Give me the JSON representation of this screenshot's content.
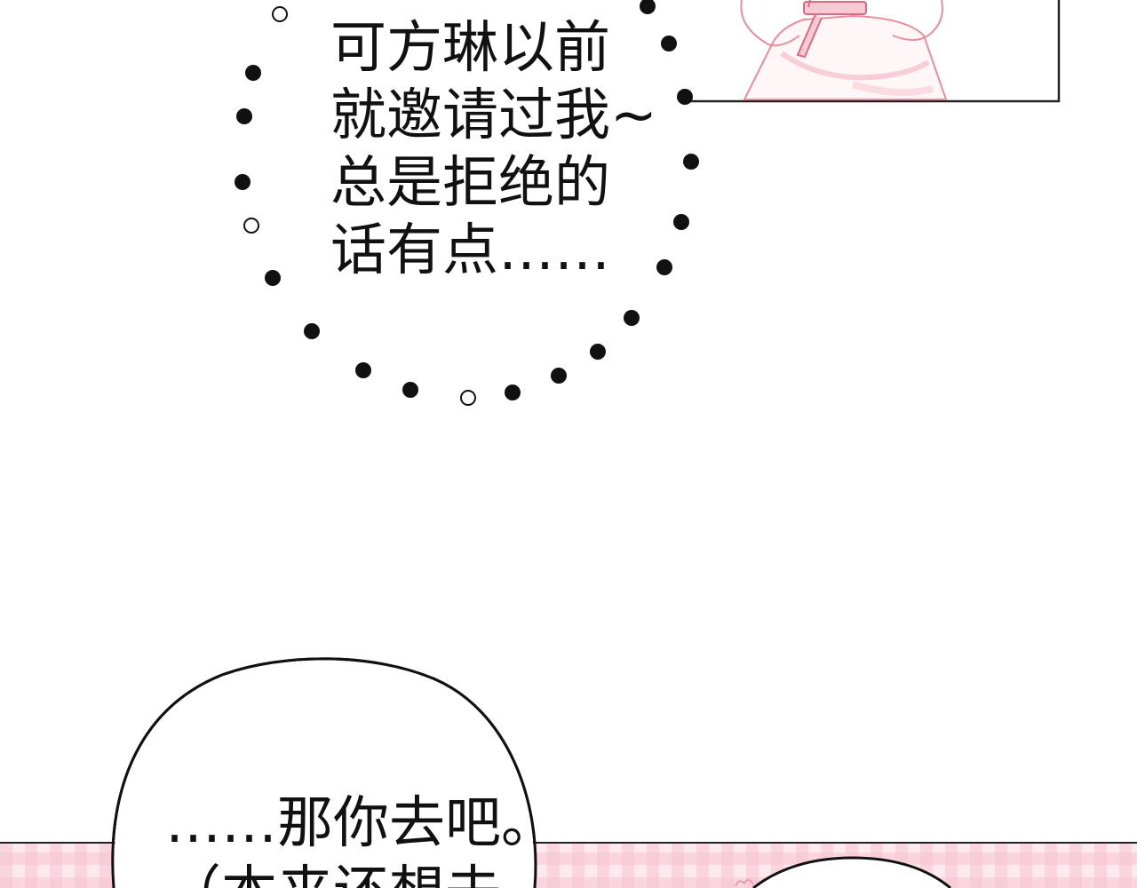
{
  "thought_bubble": {
    "lines": [
      "可方琳以前",
      "就邀请过我~",
      "总是拒绝的",
      "话有点……"
    ]
  },
  "speech_bubble": {
    "lines": [
      "……那你去吧。",
      "（本来还想去"
    ]
  },
  "colors": {
    "ink": "#111111",
    "panel_border": "#222222",
    "pink_accent": "#f4b6c2",
    "gingham_base": "#fde9ee"
  }
}
